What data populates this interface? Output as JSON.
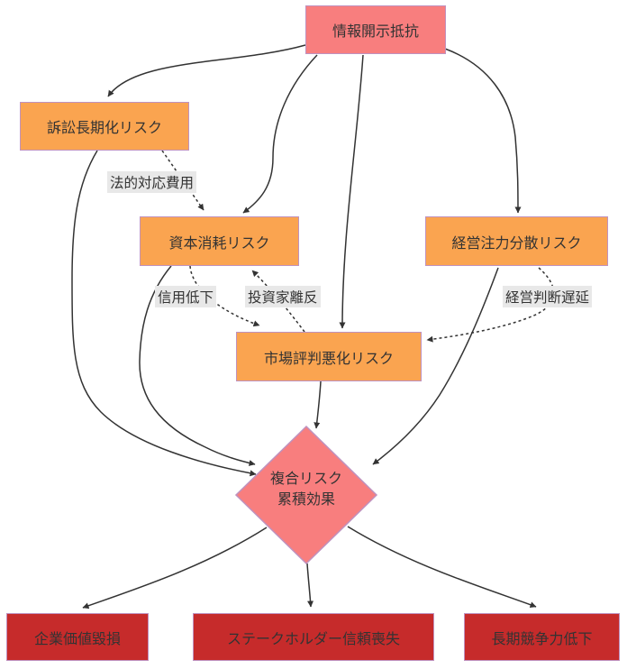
{
  "diagram": {
    "type": "flowchart",
    "nodes": {
      "joho": {
        "label": "情報開示抵抗",
        "shape": "rect",
        "color": "#f87e7e"
      },
      "sosho": {
        "label": "訴訟長期化リスク",
        "shape": "rect",
        "color": "#faa450"
      },
      "shihon": {
        "label": "資本消耗リスク",
        "shape": "rect",
        "color": "#faa450"
      },
      "keiei": {
        "label": "経営注力分散リスク",
        "shape": "rect",
        "color": "#faa450"
      },
      "shijo": {
        "label": "市場評判悪化リスク",
        "shape": "rect",
        "color": "#faa450"
      },
      "fukugo": {
        "label_line1": "複合リスク",
        "label_line2": "累積効果",
        "shape": "diamond",
        "color": "#f87e7e"
      },
      "kigyo": {
        "label": "企業価値毀損",
        "shape": "rect",
        "color": "#c62b2b"
      },
      "stake": {
        "label": "ステークホルダー信頼喪失",
        "shape": "rect",
        "color": "#c62b2b"
      },
      "choki": {
        "label": "長期競争力低下",
        "shape": "rect",
        "color": "#c62b2b"
      }
    },
    "edge_labels": {
      "legal_cost": "法的対応費用",
      "credit_decline": "信用低下",
      "investor_defection": "投資家離反",
      "decision_delay": "経営判断遅延"
    },
    "edges": [
      {
        "from": "joho",
        "to": "sosho",
        "style": "solid",
        "label": ""
      },
      {
        "from": "joho",
        "to": "shihon",
        "style": "solid",
        "label": ""
      },
      {
        "from": "joho",
        "to": "shijo",
        "style": "solid",
        "label": ""
      },
      {
        "from": "joho",
        "to": "keiei",
        "style": "solid",
        "label": ""
      },
      {
        "from": "sosho",
        "to": "shihon",
        "style": "dotted",
        "label": "法的対応費用"
      },
      {
        "from": "sosho",
        "to": "fukugo",
        "style": "solid",
        "label": ""
      },
      {
        "from": "shihon",
        "to": "shijo",
        "style": "dotted",
        "label": "信用低下"
      },
      {
        "from": "shijo",
        "to": "shihon",
        "style": "dotted",
        "label": "投資家離反"
      },
      {
        "from": "keiei",
        "to": "shijo",
        "style": "dotted",
        "label": "経営判断遅延"
      },
      {
        "from": "shihon",
        "to": "fukugo",
        "style": "solid",
        "label": ""
      },
      {
        "from": "shijo",
        "to": "fukugo",
        "style": "solid",
        "label": ""
      },
      {
        "from": "keiei",
        "to": "fukugo",
        "style": "solid",
        "label": ""
      },
      {
        "from": "fukugo",
        "to": "kigyo",
        "style": "solid",
        "label": ""
      },
      {
        "from": "fukugo",
        "to": "stake",
        "style": "solid",
        "label": ""
      },
      {
        "from": "fukugo",
        "to": "choki",
        "style": "solid",
        "label": ""
      }
    ],
    "colors": {
      "pink_fill": "#f87e7e",
      "orange_fill": "#faa450",
      "red_fill": "#c62b2b",
      "node_border": "#bf92bf",
      "edge_stroke": "#333333",
      "text": "#333333",
      "edge_label_bg": "#e8e8e8"
    }
  }
}
